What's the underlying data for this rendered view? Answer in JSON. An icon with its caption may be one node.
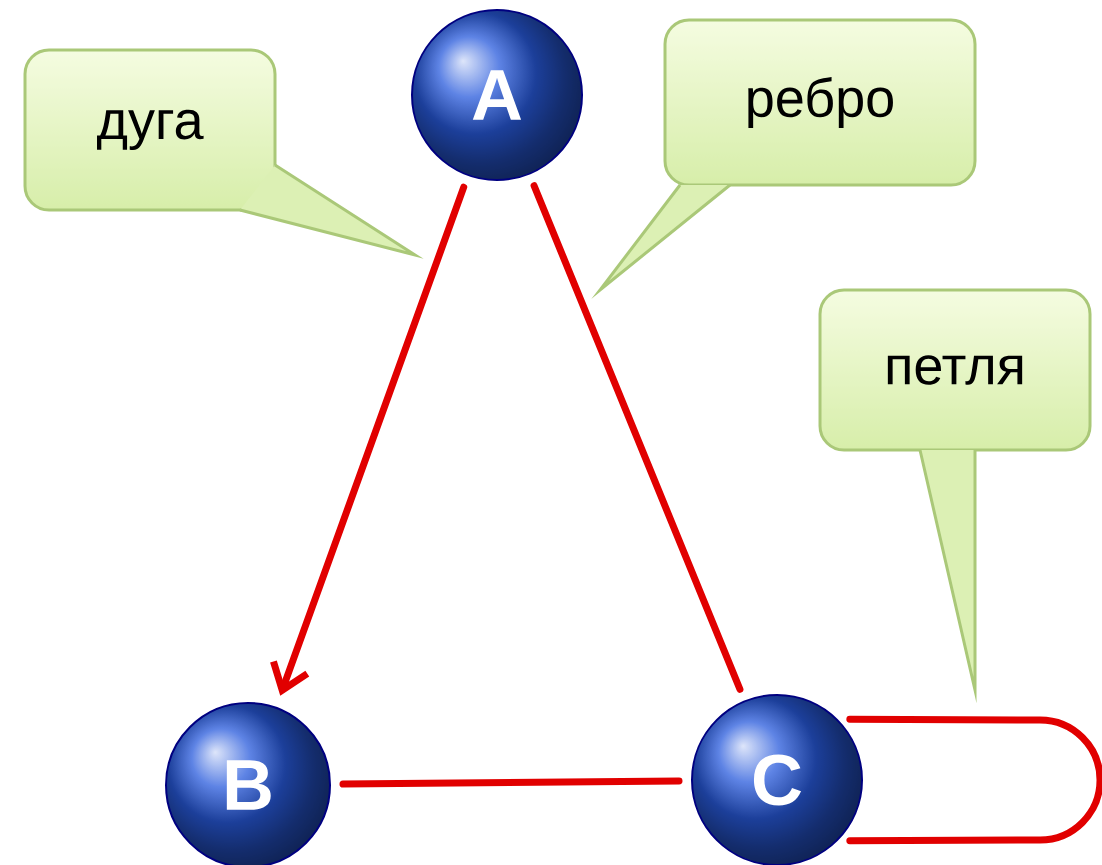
{
  "diagram": {
    "nodes": [
      {
        "text": [
          "A"
        ]
      },
      {
        "text": [
          "B"
        ]
      },
      {
        "text": [
          "C"
        ]
      },
      {
        "text": [
          "дуга"
        ]
      },
      {
        "text": [
          "ребро"
        ]
      },
      {
        "text": [
          "петля"
        ]
      }
    ],
    "edges": [
      {
        "from": 0,
        "to": 1,
        "arrow": "to"
      },
      {
        "from": 0,
        "to": 2,
        "arrow": "none"
      },
      {
        "from": 1,
        "to": 2,
        "arrow": "none"
      },
      {
        "from": 2,
        "to": 2,
        "arrow": "none"
      }
    ]
  }
}
